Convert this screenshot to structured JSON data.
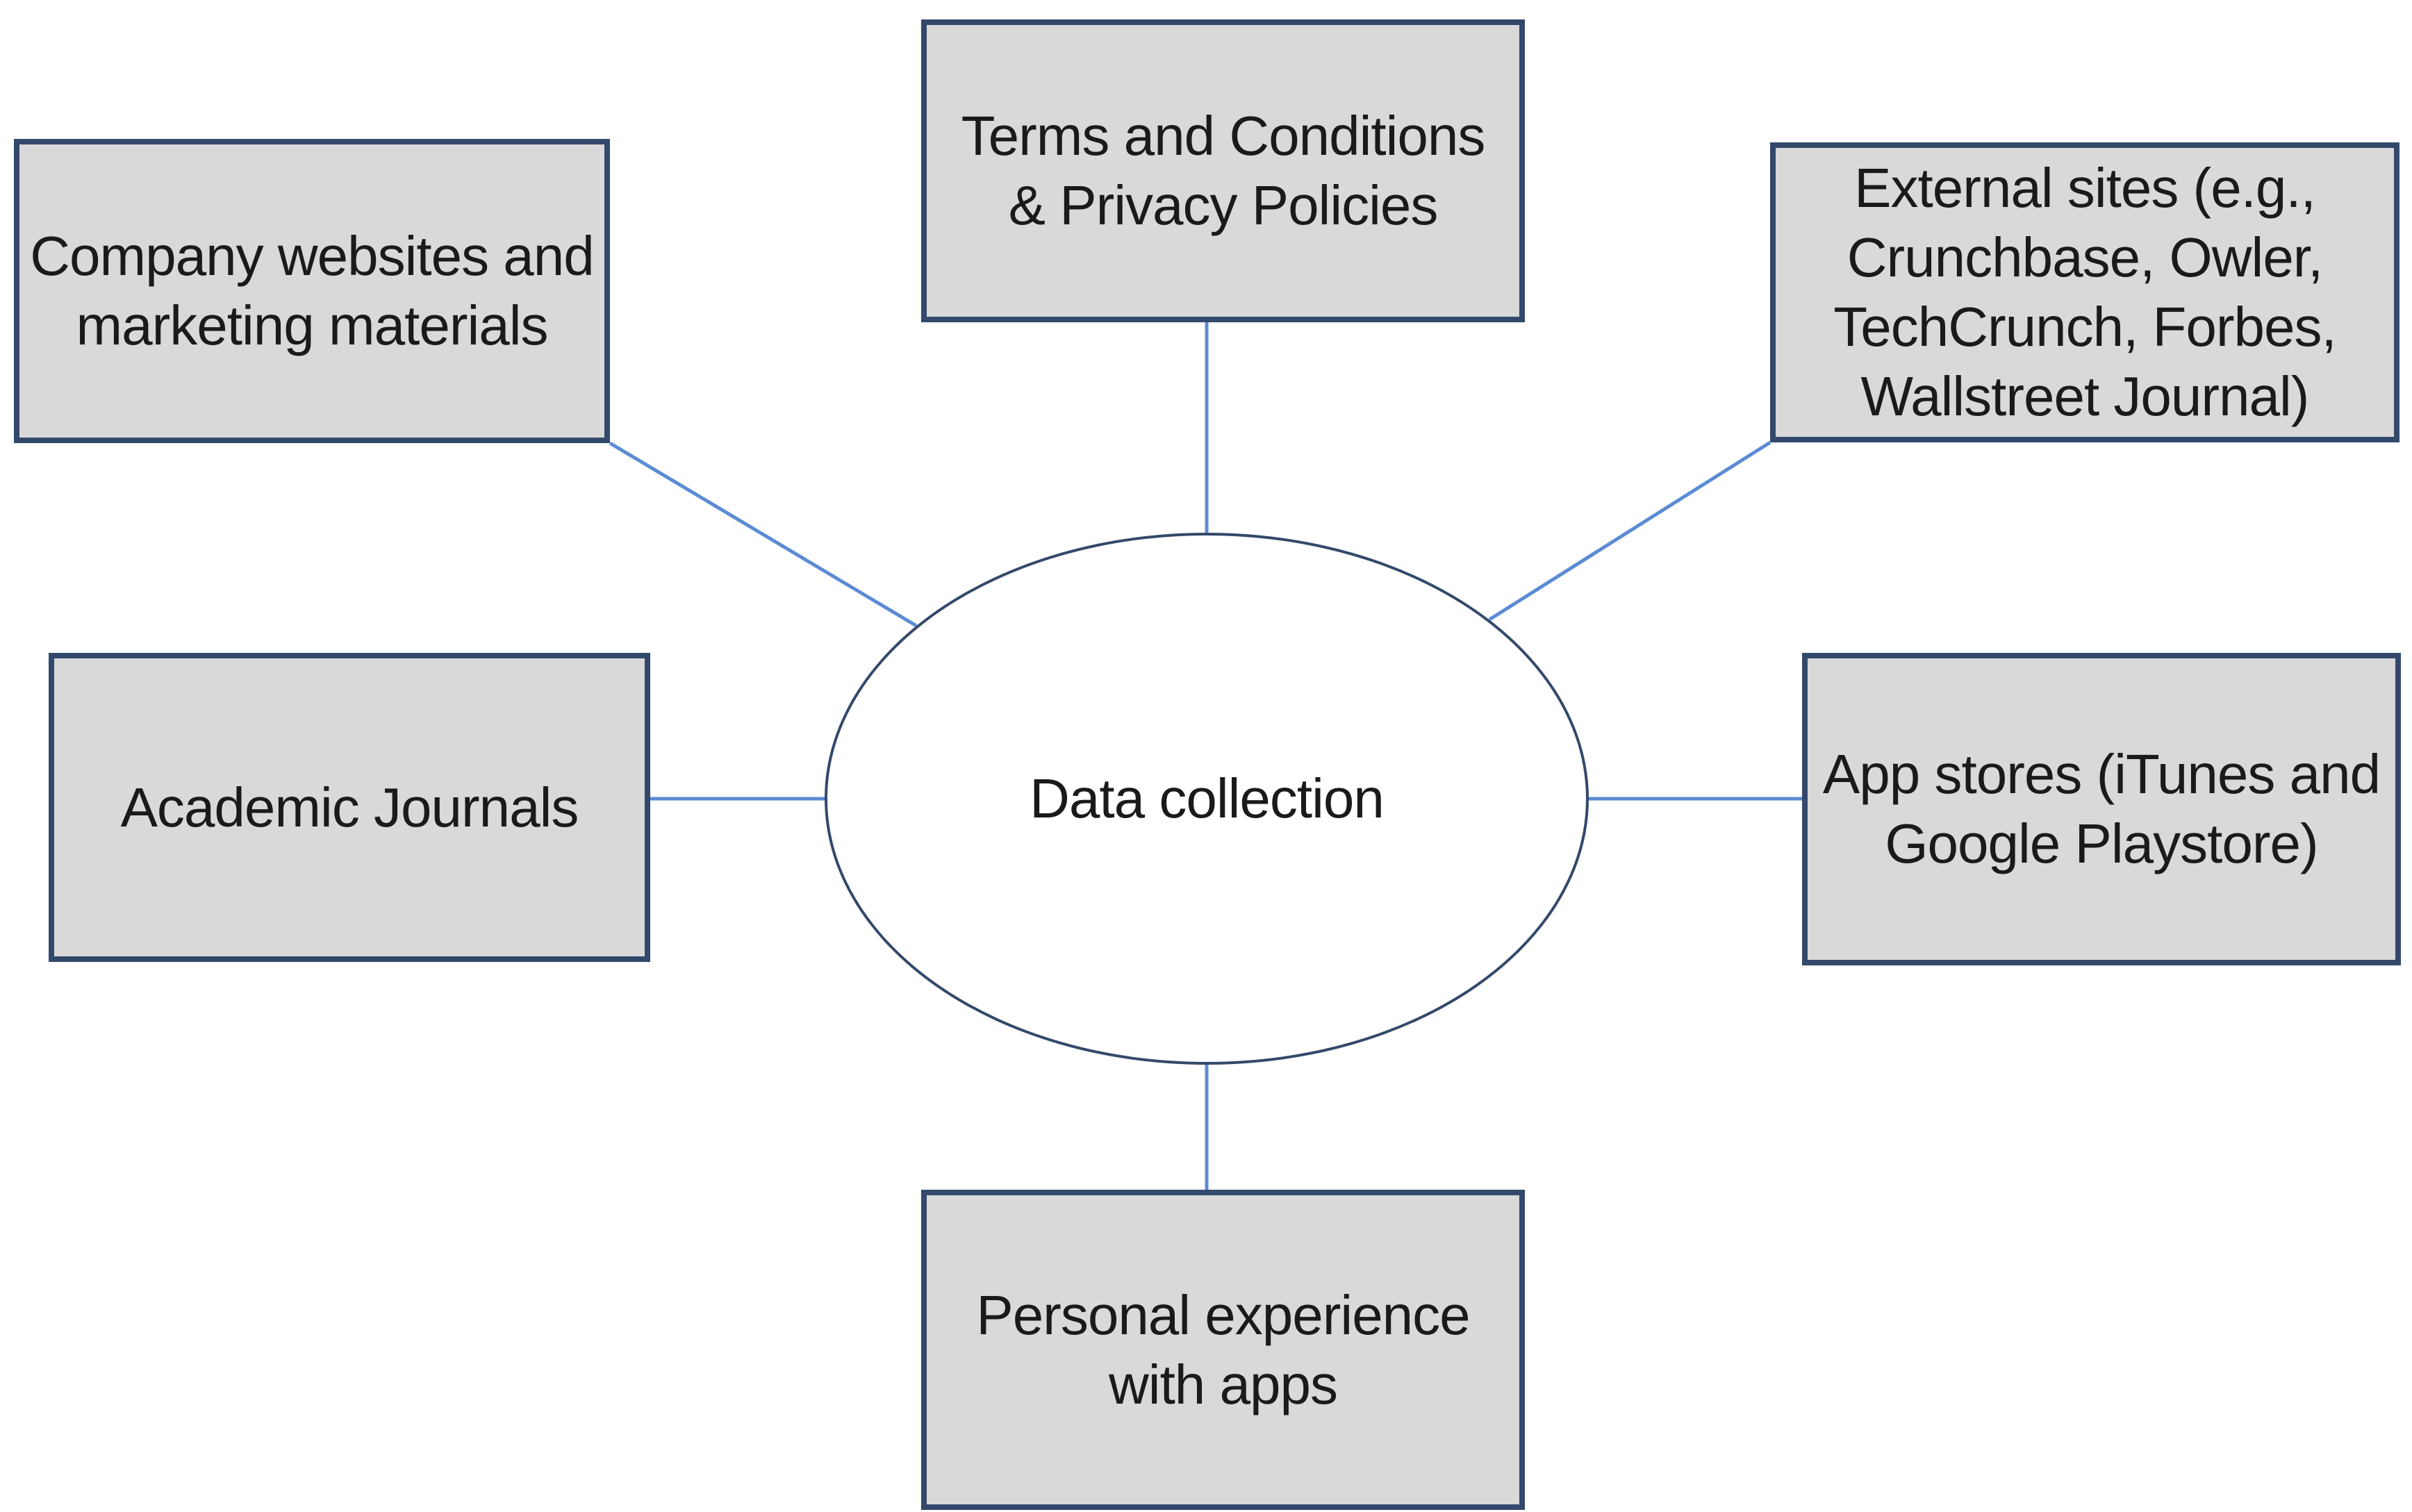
{
  "diagram": {
    "center": {
      "label": "Data collection"
    },
    "nodes": [
      {
        "id": "company-websites",
        "label": "Company websites and\nmarketing materials"
      },
      {
        "id": "terms-privacy",
        "label": "Terms and Conditions\n& Privacy Policies"
      },
      {
        "id": "external-sites",
        "label": "External sites (e.g.,\nCrunchbase, Owler,\nTechCrunch, Forbes,\nWallstreet Journal)"
      },
      {
        "id": "academic-journals",
        "label": "Academic Journals"
      },
      {
        "id": "app-stores",
        "label": "App stores (iTunes and\nGoogle Playstore)"
      },
      {
        "id": "personal-experience",
        "label": "Personal experience\nwith apps"
      }
    ],
    "colors": {
      "background": "#ffffff",
      "box_fill": "#d9d9d9",
      "box_border": "#33496b",
      "connector": "#5b8bd4",
      "text": "#1a1a1a"
    }
  }
}
